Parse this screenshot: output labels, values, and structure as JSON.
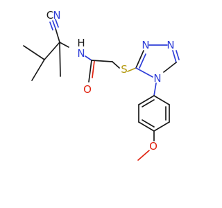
{
  "molecule": {
    "atoms": {
      "cyano_c": "C",
      "cyano_n": "N",
      "amide_n": "N",
      "amide_h": "H",
      "carbonyl_o": "O",
      "sulfur": "S",
      "triazole_n1": "N",
      "triazole_n2": "N",
      "triazole_n4": "N",
      "methoxy_o": "O"
    },
    "colors": {
      "carbon": "#1a1a1a",
      "nitrogen": "#2f3ed8",
      "oxygen": "#e0220f",
      "sulfur": "#b49a10"
    }
  }
}
